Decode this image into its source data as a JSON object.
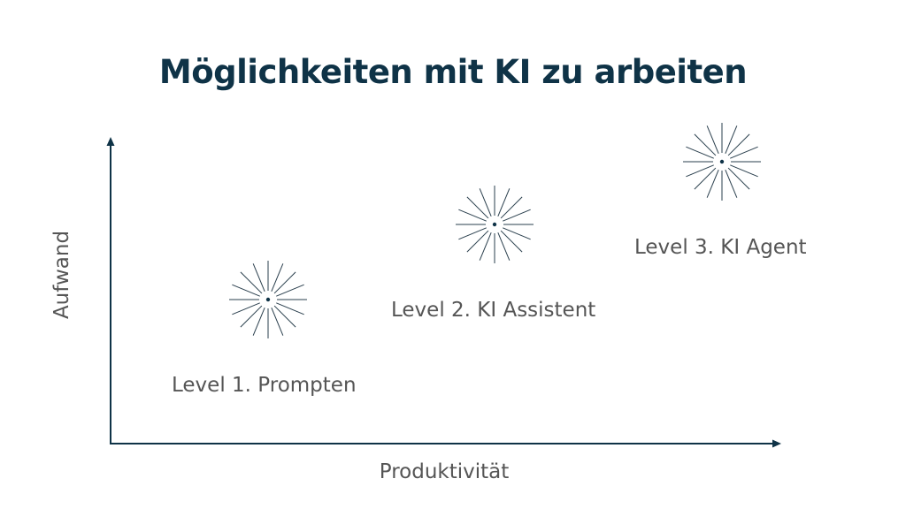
{
  "title": "Möglichkeiten mit KI zu arbeiten",
  "axes": {
    "x_label": "Produktivität",
    "y_label": "Aufwand"
  },
  "levels": [
    {
      "label": "Level 1. Prompten",
      "icon": "burst-icon"
    },
    {
      "label": "Level 2. KI Assistent",
      "icon": "burst-icon"
    },
    {
      "label": "Level 3. KI Agent",
      "icon": "burst-icon"
    }
  ],
  "colors": {
    "title": "#0f3347",
    "axis": "#0f3347",
    "label": "#555555",
    "burst": "#2a3f4d"
  }
}
